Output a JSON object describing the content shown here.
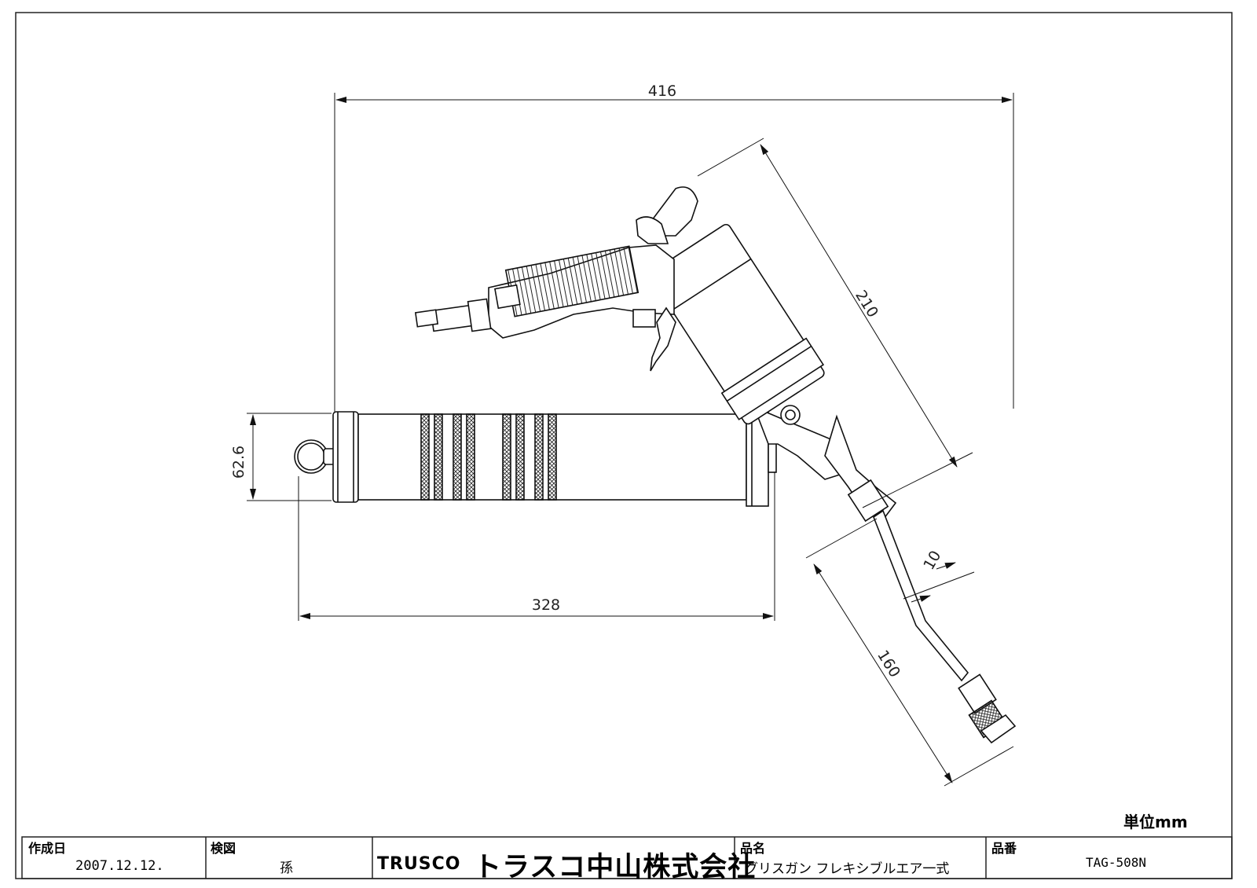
{
  "dimensions": {
    "overall_length": "416",
    "head_length": "210",
    "barrel_diameter": "62.6",
    "barrel_length": "328",
    "nozzle_diameter": "10",
    "nozzle_length": "160"
  },
  "unit_label": "単位mm",
  "title_block": {
    "created_label": "作成日",
    "created_date": "2007.12.12.",
    "checked_label": "検図",
    "checked_by": "孫",
    "company_en": "TRUSCO",
    "company_ja": "トラスコ中山株式会社",
    "product_name_label": "品名",
    "product_name": "グリスガン フレキシブルエア一式",
    "part_number_label": "品番",
    "part_number": "TAG-508N"
  }
}
